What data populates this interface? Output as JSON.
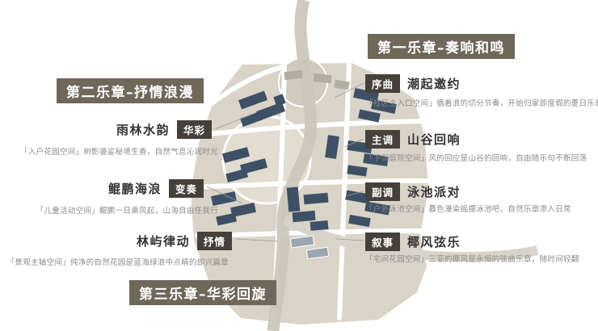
{
  "movements": {
    "first": "第一乐章–奏响和鸣",
    "second": "第二乐章–抒情浪漫",
    "third": "第三乐章–华彩回旋"
  },
  "right_entries": [
    {
      "badge": "序曲",
      "title": "潮起邀约",
      "desc": "「社区主入口空间」循着浪的切分节奏，开始归家即度假的夏日乐章"
    },
    {
      "badge": "主调",
      "title": "山谷回响",
      "desc": "「下沉庭院空间」风的回应是山谷的回响，自由随乐句不断回荡"
    },
    {
      "badge": "副调",
      "title": "泳池派对",
      "desc": "「户外泳池空间」暮色漫染摇摆泳池吧，自然乐章渗入日常"
    },
    {
      "badge": "叙事",
      "title": "椰风弦乐",
      "desc": "「宅间花园空间」三亚的椰风是永恒的弦曲乐章，随时间轻翻"
    }
  ],
  "left_entries": [
    {
      "title": "雨林水韵",
      "badge": "华彩",
      "desc": "「入户花园空间」树影婆娑秘境生香，自然气息沁润时光"
    },
    {
      "title": "鲲鹏海浪",
      "badge": "变奏",
      "desc": "「儿童活动空间」鲲鹏一日乘风起，山海自由任我行"
    },
    {
      "title": "林屿律动",
      "badge": "抒情",
      "desc": "「景观主轴空间」纯净的自然花园是蓝海绿浪中点睛的即兴篇章"
    }
  ],
  "colors": {
    "movement_badge_bg": "#6e675a",
    "tag_badge_bg": "#45413a",
    "building": "#3e5065",
    "land": "#dad4c8"
  }
}
